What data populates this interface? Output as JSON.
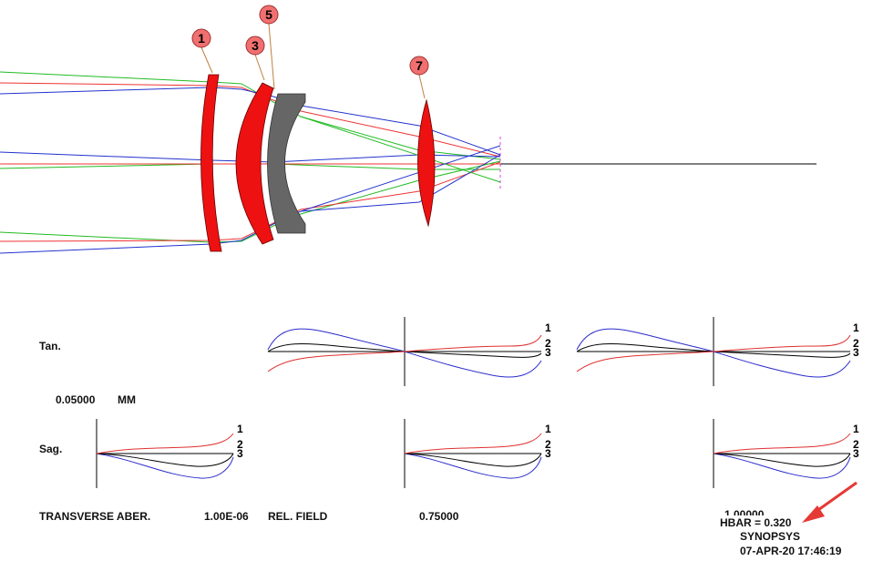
{
  "lens_layout": {
    "element_tags": [
      "1",
      "3",
      "5",
      "7"
    ],
    "colors": {
      "element": "#ee1111",
      "cemented_element": "#666666",
      "ray_field_1": "#ee3333",
      "ray_field_2": "#22bb22",
      "ray_field_3": "#2233cc",
      "tag_fill": "#f07070",
      "axis": "#000000"
    }
  },
  "aberration_plots": {
    "row_tan_label": "Tan.",
    "row_sag_label": "Sag.",
    "scale_value": "0.05000",
    "scale_unit": "MM",
    "curve_labels": [
      "1",
      "2",
      "3"
    ],
    "curve_colors": {
      "1": "#e03030",
      "2": "#000000",
      "3": "#2a2acc"
    }
  },
  "footer": {
    "title": "TRANSVERSE ABER.",
    "wavelength_value": "1.00E-06",
    "rel_field_label": "REL. FIELD",
    "field_values": [
      "0.75000",
      "1.00000"
    ],
    "hbar_text": "HBAR = 0.320",
    "program_name": "SYNOPSYS",
    "date_time": "07-APR-20  17:46:19",
    "arrow_color": "#e53935"
  }
}
